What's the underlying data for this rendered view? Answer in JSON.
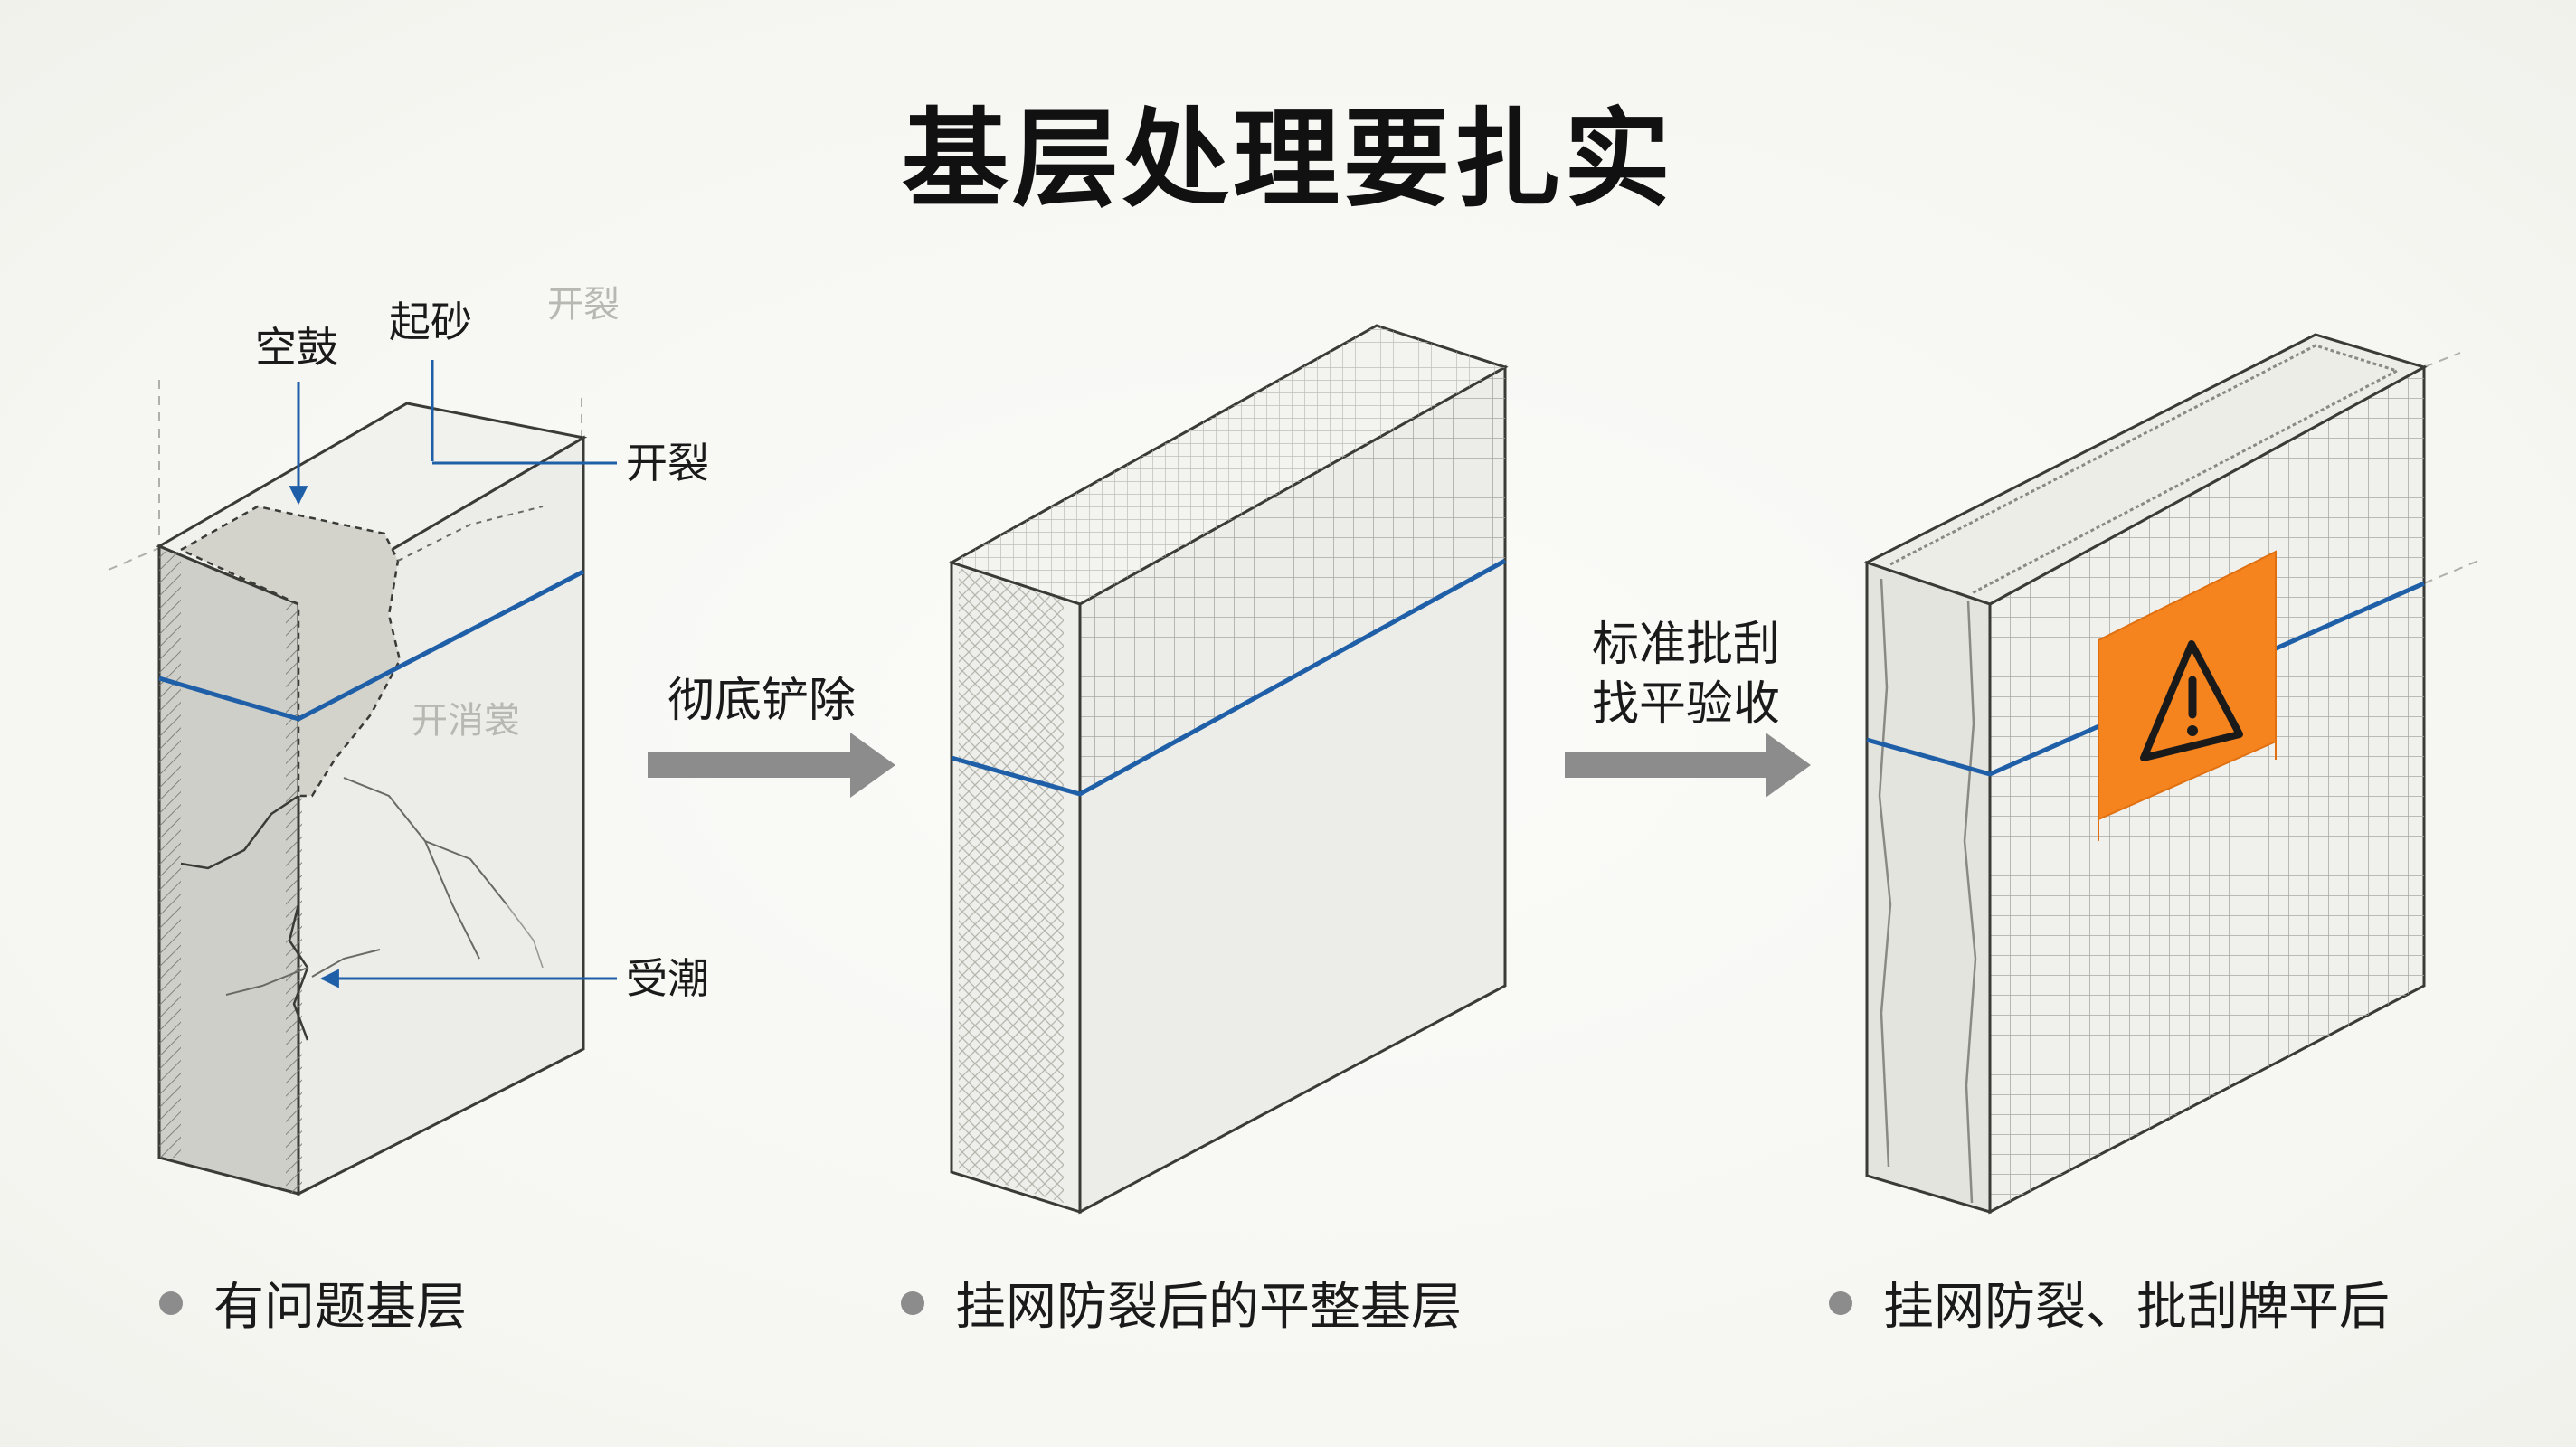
{
  "title": "基层处理要扎实",
  "panel1": {
    "callouts": {
      "hollow": "空鼓",
      "sanding": "起砂",
      "cracking": "开裂",
      "damp": "受潮"
    },
    "faint_top": "开裂",
    "faint_face": "开消裳",
    "caption": "有问题基层"
  },
  "step1_label": "彻底铲除",
  "panel2": {
    "caption": "挂网防裂后的平整基层"
  },
  "step2_label": [
    "标准批刮",
    "找平验收"
  ],
  "panel3": {
    "caption": "挂网防裂、批刮牌平后"
  },
  "colors": {
    "guide_blue": "#1f5fa8",
    "warning_orange": "#f5841f",
    "arrow_gray": "#8c8c8c"
  }
}
